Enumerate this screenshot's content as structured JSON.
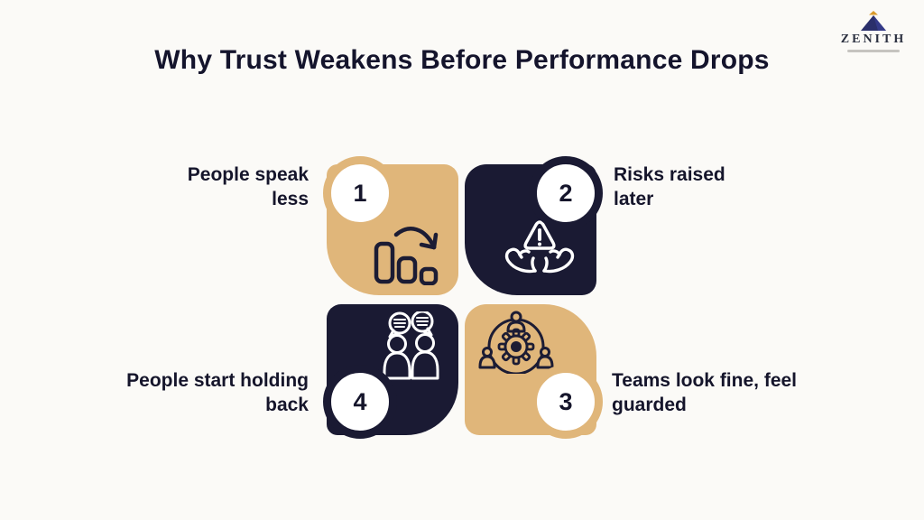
{
  "header": {
    "title": "Why Trust Weakens Before Performance Drops"
  },
  "logo": {
    "name": "ZENITH",
    "icon": "zenith-mountain-logo"
  },
  "colors": {
    "tan": "#E0B67A",
    "navy": "#1A1A33",
    "text": "#15152B",
    "background": "#FBFAF7",
    "logo_navy": "#2A2F6B",
    "logo_gold": "#D99A2B"
  },
  "quadrants": [
    {
      "number": "1",
      "position": "top-left",
      "color": "tan",
      "icon": "declining-bar-chart-icon",
      "label": "People speak\nless"
    },
    {
      "number": "2",
      "position": "top-right",
      "color": "navy",
      "icon": "hands-holding-warning-icon",
      "label": "Risks raised\nlater"
    },
    {
      "number": "3",
      "position": "bottom-right",
      "color": "tan",
      "icon": "team-around-gear-icon",
      "label": "Teams look fine, feel\nguarded"
    },
    {
      "number": "4",
      "position": "bottom-left",
      "color": "navy",
      "icon": "people-chat-icon",
      "label": "People start holding\nback"
    }
  ]
}
